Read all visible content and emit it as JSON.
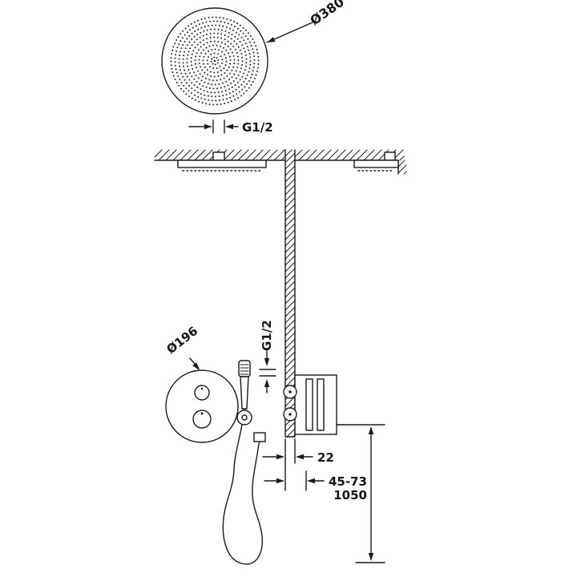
{
  "meta": {
    "background_color": "#ffffff",
    "ink_color": "#1a1a1a",
    "drawing_kind": "shower-installation-dimension-diagram"
  },
  "dimensions": {
    "head_diameter": "Ø380",
    "head_connection": "G1/2",
    "valve_connection": "G1/2",
    "plate_diameter": "Ø196",
    "offset_depth": "22",
    "mounting_depth_range": "45-73",
    "installation_height": "1050"
  }
}
